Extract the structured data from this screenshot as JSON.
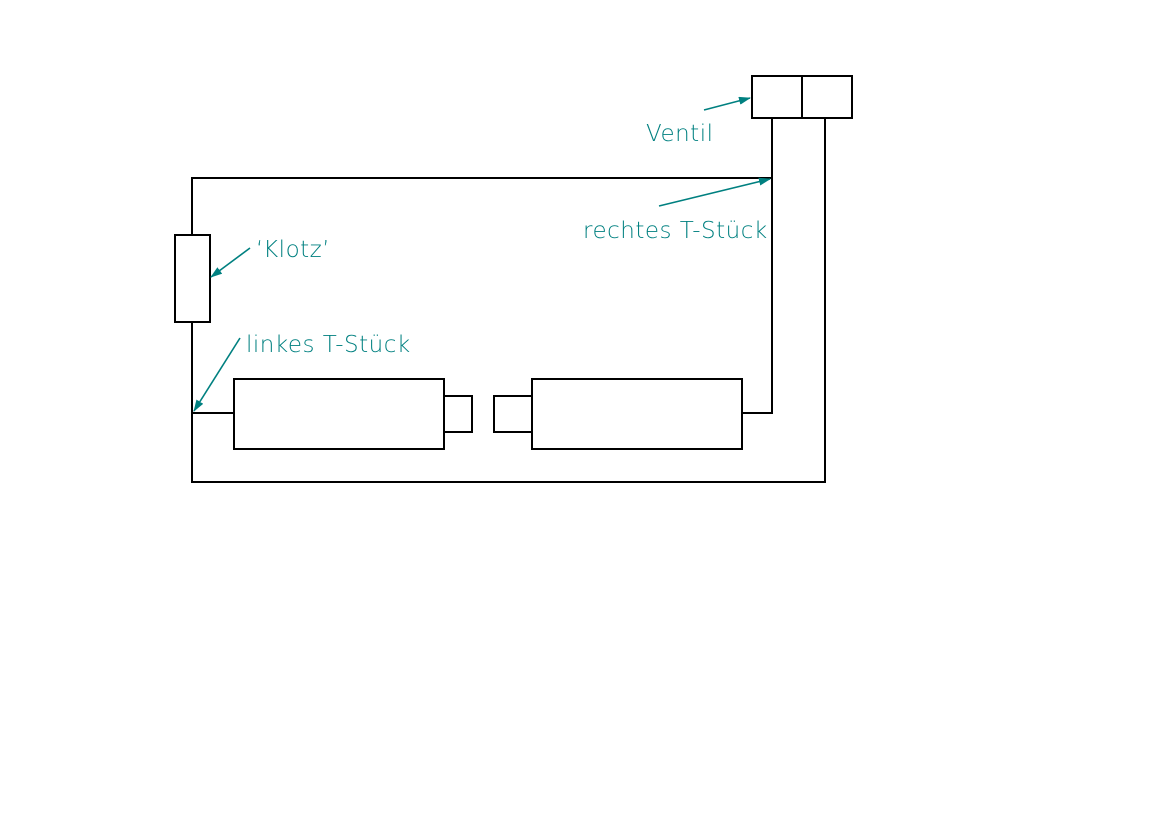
{
  "colors": {
    "line": "#000000",
    "annotation": "#008080",
    "background": "#ffffff"
  },
  "labels": {
    "ventil": "Ventil",
    "rechtes_t_stueck": "rechtes T-Stück",
    "klotz": "‘Klotz’",
    "linkes_t_stueck": "linkes T-Stück"
  }
}
